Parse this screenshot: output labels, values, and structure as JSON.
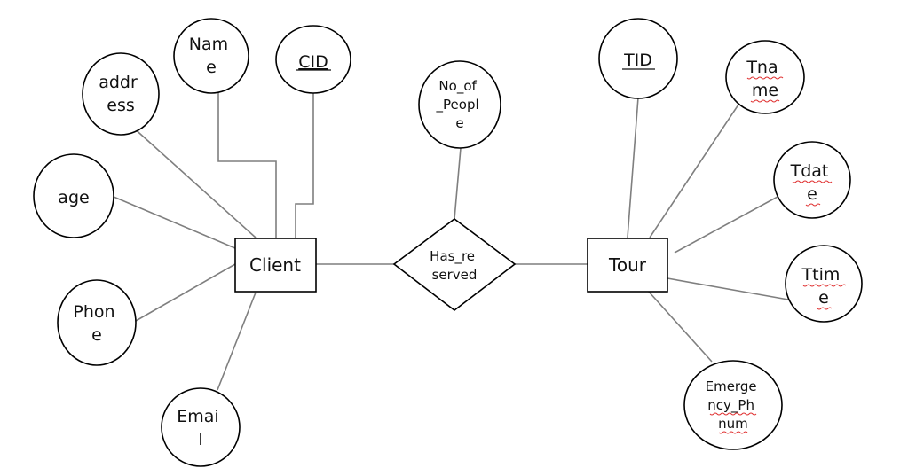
{
  "entities": {
    "client": {
      "label": "Client"
    },
    "tour": {
      "label": "Tour"
    }
  },
  "relationship": {
    "lines": [
      "Has_re",
      "served"
    ]
  },
  "attributes": {
    "address": {
      "lines": [
        "addr",
        "ess"
      ]
    },
    "name": {
      "lines": [
        "Nam",
        "e"
      ]
    },
    "cid": {
      "lines": [
        "CID"
      ],
      "key": true
    },
    "age": {
      "lines": [
        "age"
      ]
    },
    "phone": {
      "lines": [
        "Phon",
        "e"
      ]
    },
    "email": {
      "lines": [
        "Emai",
        "l"
      ]
    },
    "no_of_people": {
      "lines": [
        "No_of",
        "_Peopl",
        "e"
      ]
    },
    "tid": {
      "lines": [
        "TID"
      ],
      "key": true
    },
    "tname": {
      "lines": [
        "Tna",
        "me"
      ]
    },
    "tdate": {
      "lines": [
        "Tdat",
        "e"
      ]
    },
    "ttime": {
      "lines": [
        "Ttim",
        "e"
      ]
    },
    "emergency_phnum": {
      "lines": [
        "Emerge",
        "ncy_Ph",
        "num"
      ]
    }
  },
  "colors": {
    "connector": "#7f7f7f",
    "outline": "#000000",
    "spellcheck": "#e03030"
  }
}
